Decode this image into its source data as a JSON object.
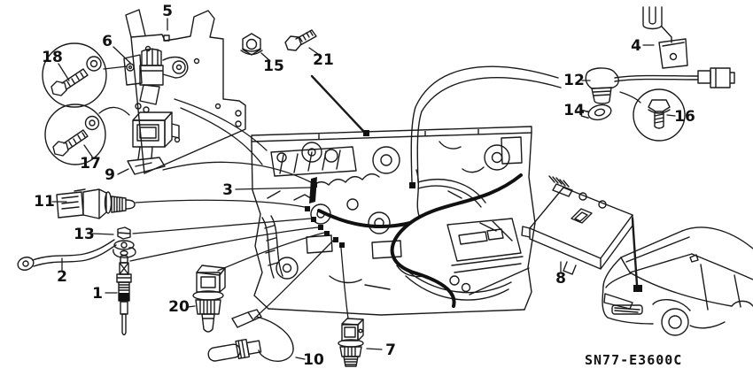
{
  "figure": {
    "code": "SN77-E3600C",
    "callouts": [
      {
        "n": "1"
      },
      {
        "n": "2"
      },
      {
        "n": "3"
      },
      {
        "n": "4"
      },
      {
        "n": "5"
      },
      {
        "n": "6"
      },
      {
        "n": "7"
      },
      {
        "n": "8"
      },
      {
        "n": "9"
      },
      {
        "n": "10"
      },
      {
        "n": "11"
      },
      {
        "n": "12"
      },
      {
        "n": "13"
      },
      {
        "n": "14"
      },
      {
        "n": "15"
      },
      {
        "n": "16"
      },
      {
        "n": "17"
      },
      {
        "n": "18"
      },
      {
        "n": "20"
      },
      {
        "n": "21"
      }
    ]
  }
}
